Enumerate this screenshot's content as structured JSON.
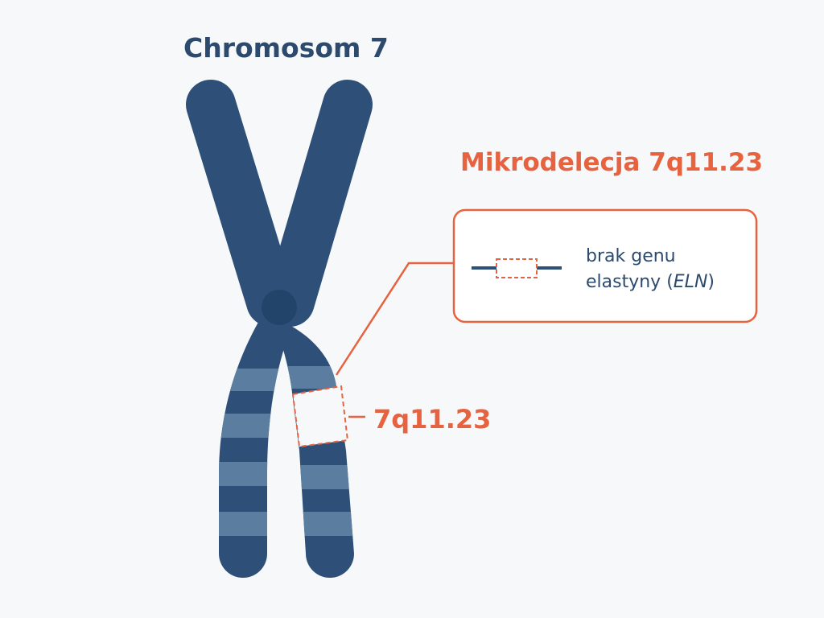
{
  "title": "Chromosom 7",
  "deletion": {
    "title": "Mikrodelecja 7q11.23",
    "locus": "7q11.23",
    "legend": {
      "line1": "brak genu",
      "line2_prefix": "elastyny (",
      "line2_gene": "ELN",
      "line2_suffix": ")"
    }
  },
  "colors": {
    "chromosome_dark": "#2e5078",
    "chromosome_band": "#5a7da0",
    "centromere": "#23446a",
    "accent": "#e7623f",
    "background": "#f7f8fa",
    "text_dark": "#2c4a6e"
  }
}
